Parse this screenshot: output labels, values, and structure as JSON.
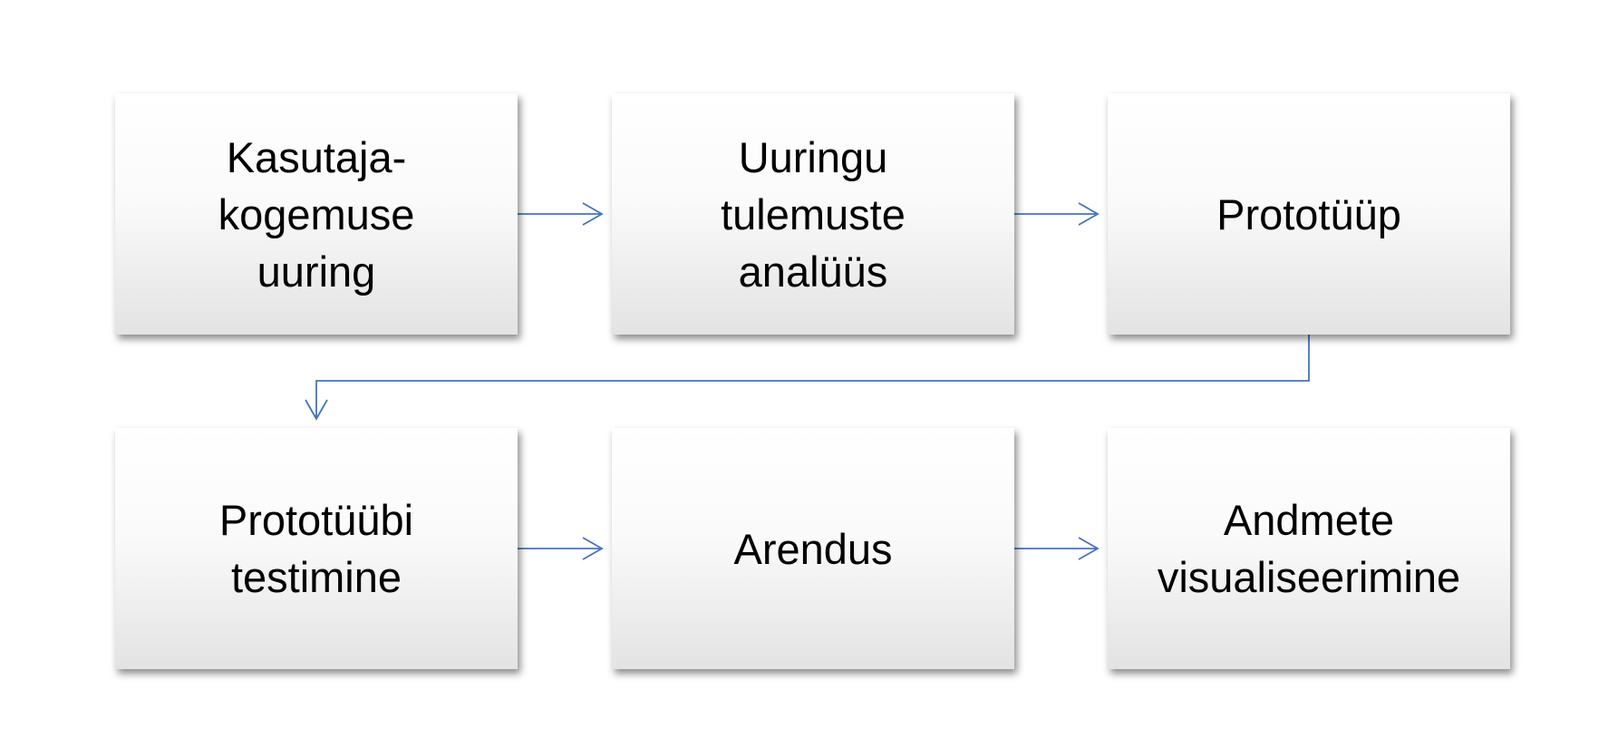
{
  "diagram": {
    "steps": [
      {
        "id": "step-1",
        "label": "Kasutaja-\nkogemuse\nuuring"
      },
      {
        "id": "step-2",
        "label": "Uuringu\ntulemuste\nanalüüs"
      },
      {
        "id": "step-3",
        "label": "Prototüüp"
      },
      {
        "id": "step-4",
        "label": "Prototüübi\ntestimine"
      },
      {
        "id": "step-5",
        "label": "Arendus"
      },
      {
        "id": "step-6",
        "label": "Andmete\nvisualiseerimine"
      }
    ],
    "connections": [
      {
        "from": "step-1",
        "to": "step-2"
      },
      {
        "from": "step-2",
        "to": "step-3"
      },
      {
        "from": "step-3",
        "to": "step-4"
      },
      {
        "from": "step-4",
        "to": "step-5"
      },
      {
        "from": "step-5",
        "to": "step-6"
      }
    ],
    "colors": {
      "arrow": "#4472C4",
      "box_top": "#ffffff",
      "box_bottom": "#e3e3e3",
      "text": "#000000"
    }
  }
}
